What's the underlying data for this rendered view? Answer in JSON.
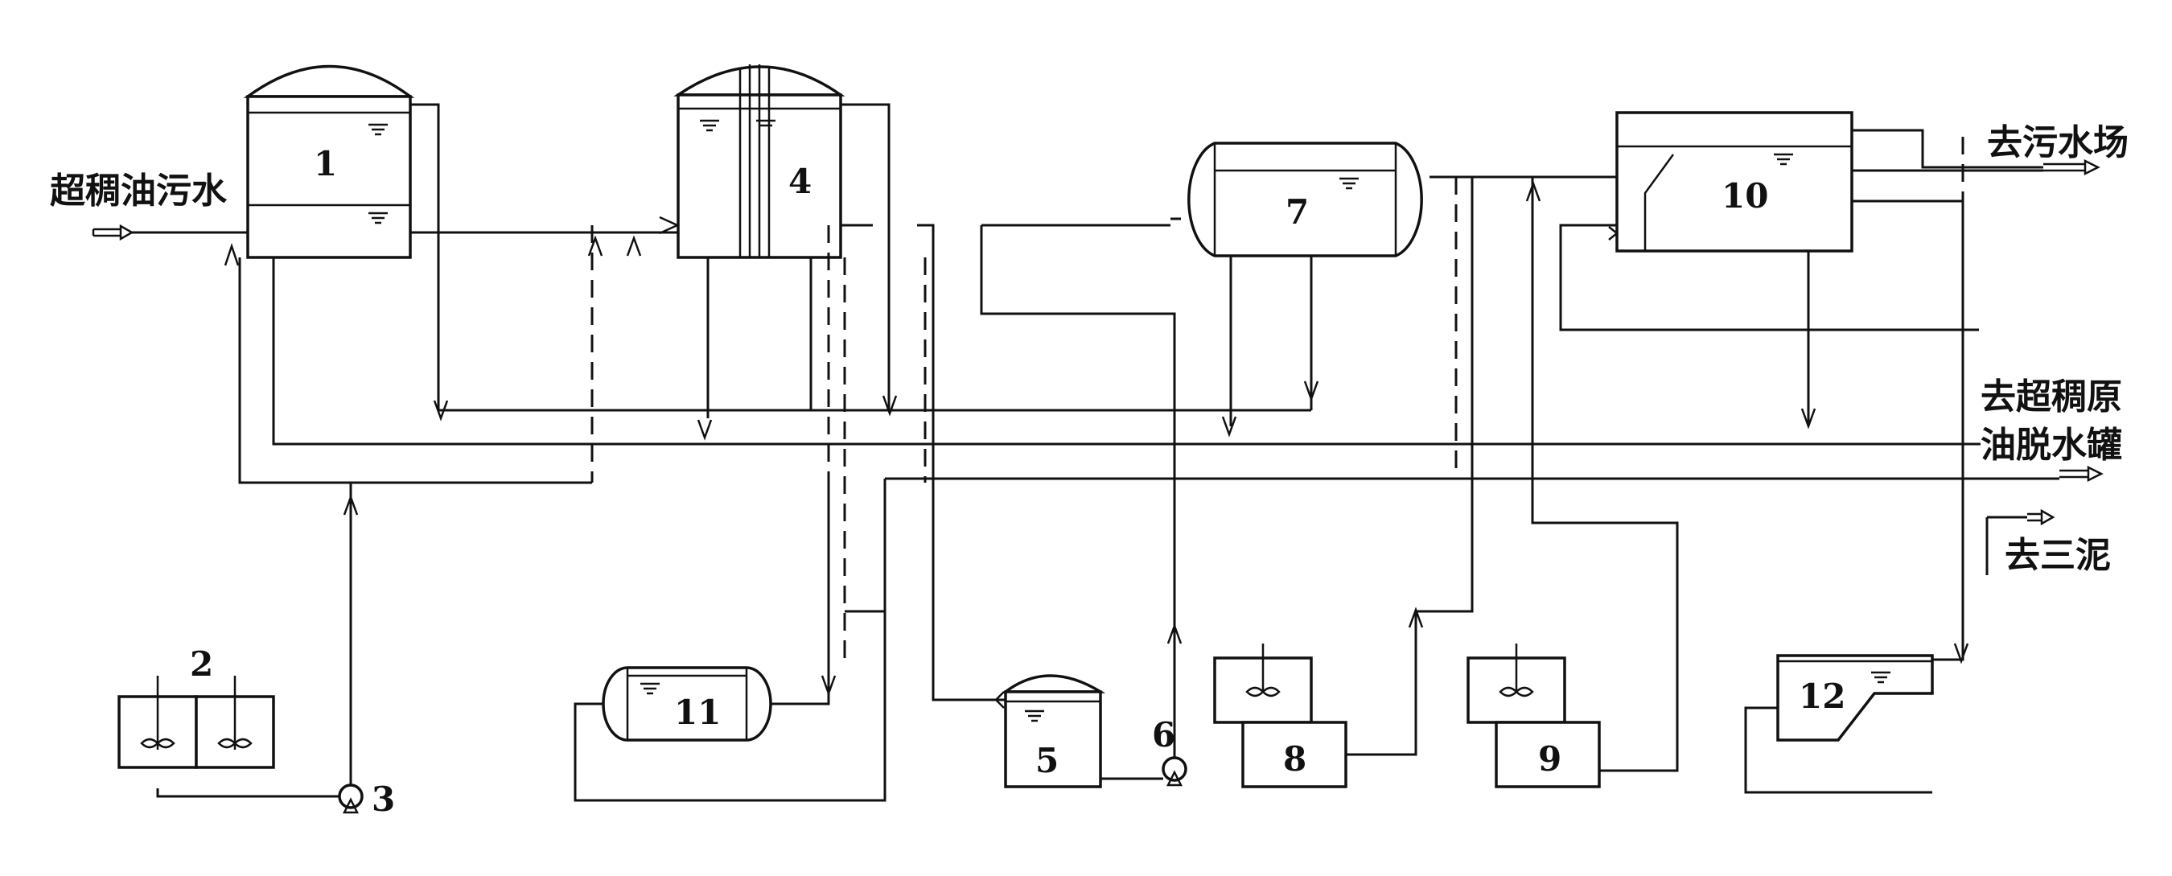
{
  "labels": {
    "inlet": "超稠油污水",
    "to_sewage_plant": "去污水场",
    "to_dehydration_line1": "去超稠原",
    "to_dehydration_line2": "油脱水罐",
    "to_sludge": "去三泥"
  },
  "equipment": [
    {
      "id": "1",
      "name": "tank-1"
    },
    {
      "id": "2",
      "name": "dosing-tanks-2"
    },
    {
      "id": "3",
      "name": "pump-3"
    },
    {
      "id": "4",
      "name": "tank-4"
    },
    {
      "id": "5",
      "name": "tank-5"
    },
    {
      "id": "6",
      "name": "pump-6"
    },
    {
      "id": "7",
      "name": "vessel-7"
    },
    {
      "id": "8",
      "name": "tank-8"
    },
    {
      "id": "9",
      "name": "tank-9"
    },
    {
      "id": "10",
      "name": "vessel-10"
    },
    {
      "id": "11",
      "name": "vessel-11"
    },
    {
      "id": "12",
      "name": "tank-12"
    }
  ]
}
